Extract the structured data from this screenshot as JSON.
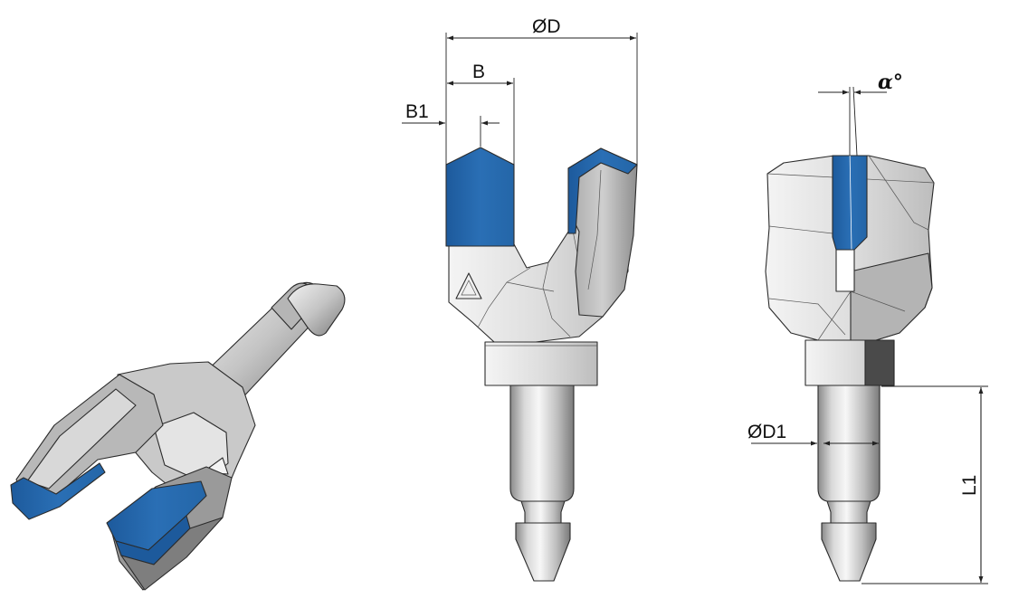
{
  "dimensions": {
    "overall_diameter": "ØD",
    "tip_width": "B",
    "tip_offset": "B1",
    "angle": "α°",
    "shank_diameter": "ØD1",
    "shank_length": "L1"
  },
  "colors": {
    "carbide_blue": "#2a6fb5",
    "carbide_blue_dark": "#1d5a9c",
    "steel_light": "#e9e9e9",
    "steel_mid": "#bdbdbd",
    "steel_dark": "#7d7d7d",
    "dimension_line": "#222222"
  }
}
